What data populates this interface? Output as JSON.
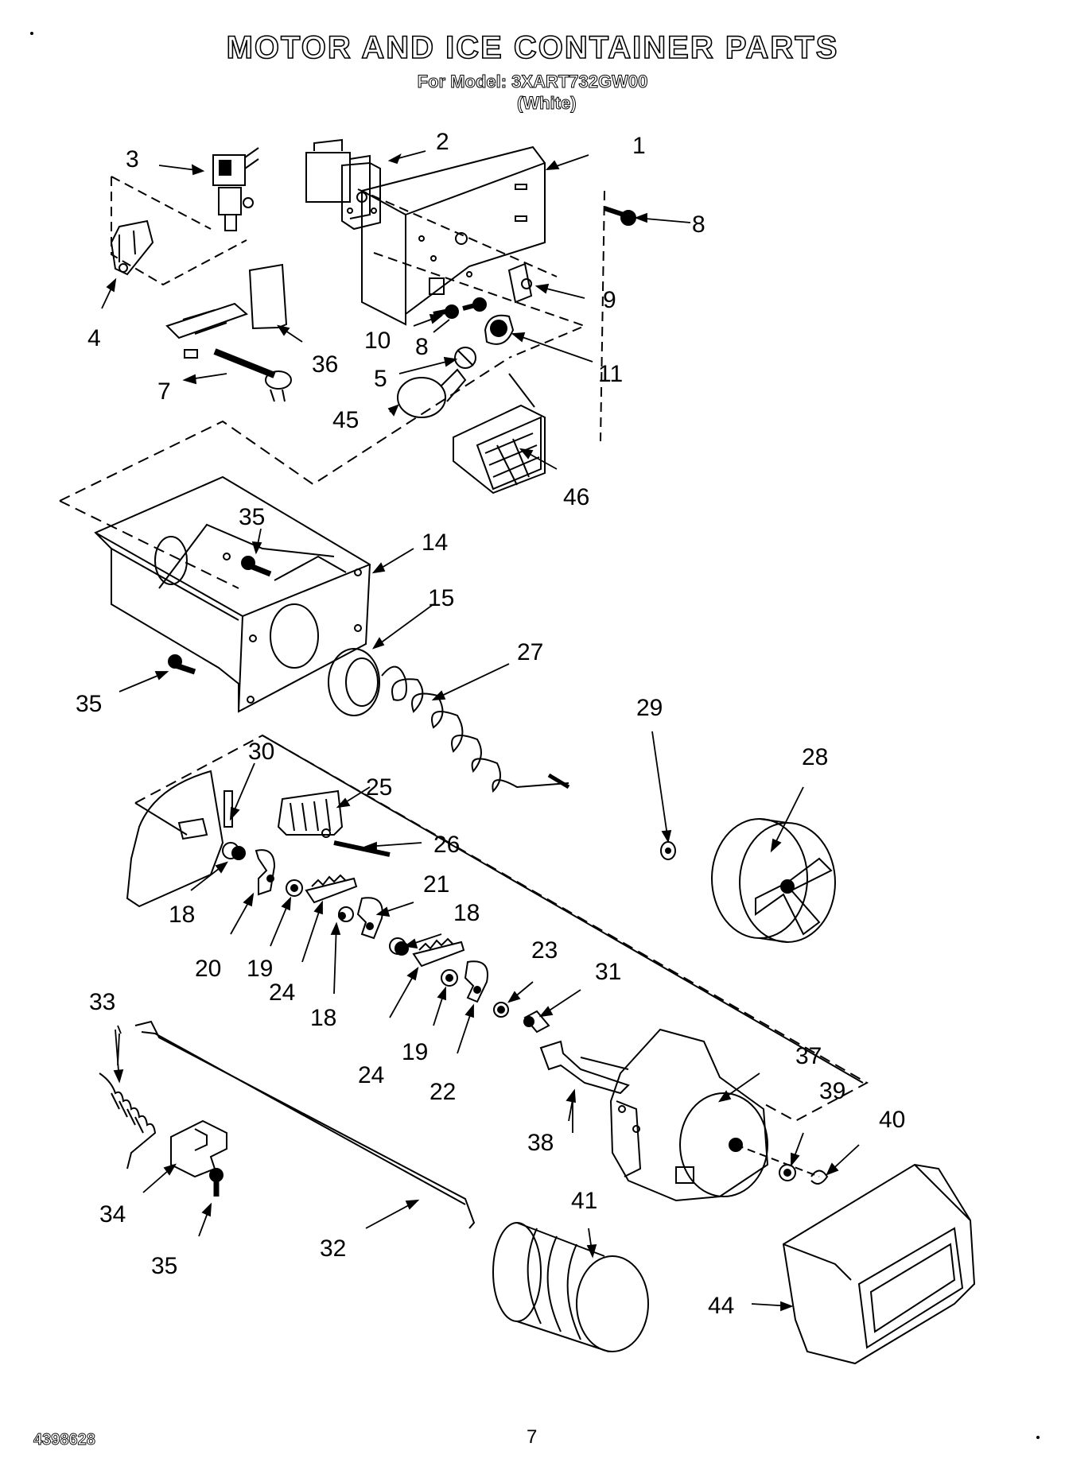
{
  "header": {
    "title": "MOTOR AND ICE CONTAINER PARTS",
    "model_line": "For Model: 3XART732GW00",
    "color_line": "(White)"
  },
  "footer": {
    "doc_number": "4398628",
    "page_number": "7"
  },
  "callouts": [
    "1",
    "2",
    "3",
    "4",
    "5",
    "7",
    "8",
    "8",
    "9",
    "10",
    "11",
    "14",
    "15",
    "18",
    "18",
    "18",
    "19",
    "19",
    "20",
    "21",
    "22",
    "23",
    "24",
    "24",
    "25",
    "26",
    "27",
    "28",
    "29",
    "30",
    "31",
    "32",
    "33",
    "34",
    "35",
    "35",
    "35",
    "35",
    "36",
    "37",
    "38",
    "39",
    "40",
    "41",
    "44",
    "45",
    "46"
  ]
}
